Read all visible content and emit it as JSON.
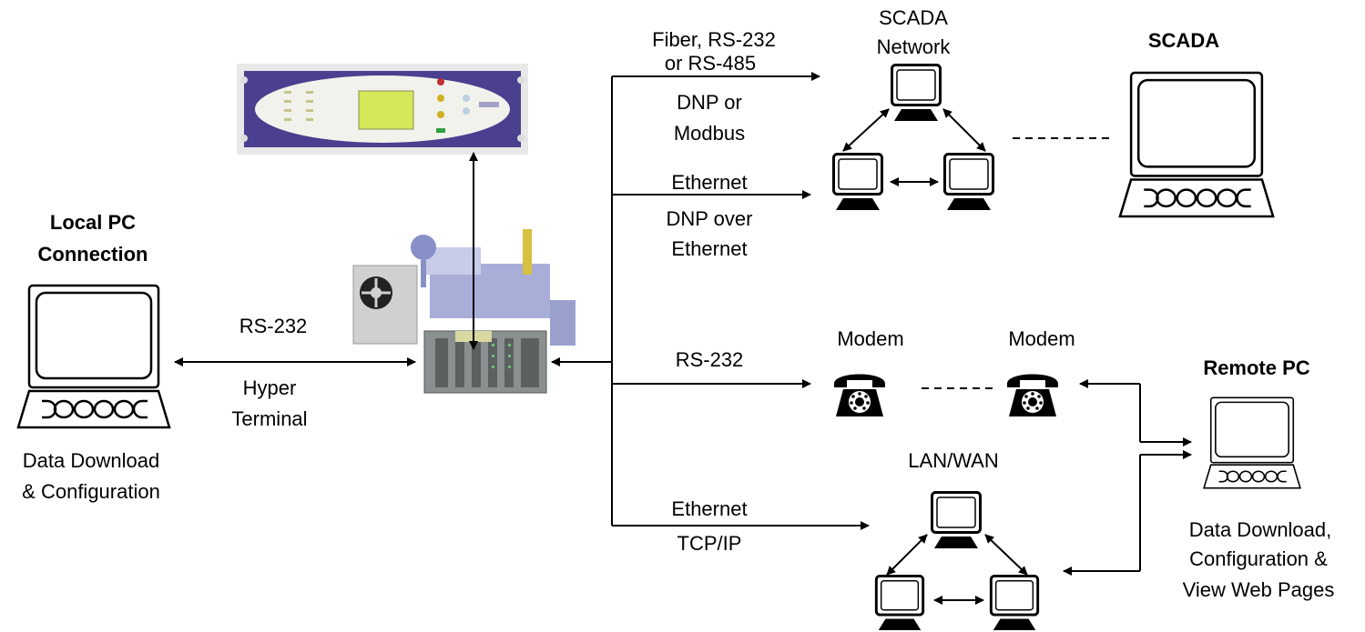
{
  "local_pc": {
    "title_line1": "Local PC",
    "title_line2": "Connection",
    "caption_line1": "Data Download",
    "caption_line2": "& Configuration"
  },
  "local_link": {
    "label_top": "RS-232",
    "label_bottom_line1": "Hyper",
    "label_bottom_line2": "Terminal"
  },
  "scada_link": {
    "label_line1": "Fiber, RS-232",
    "label_line2": "or RS-485",
    "label_line3": "DNP or",
    "label_line4": "Modbus"
  },
  "ethernet_link": {
    "label_top": "Ethernet",
    "label_bottom_line1": "DNP over",
    "label_bottom_line2": "Ethernet"
  },
  "scada_network": {
    "title_line1": "SCADA",
    "title_line2": "Network"
  },
  "scada": {
    "title": "SCADA"
  },
  "modem_link": {
    "label": "RS-232",
    "modem_left": "Modem",
    "modem_right": "Modem"
  },
  "remote_pc": {
    "title": "Remote PC",
    "caption_line1": "Data Download,",
    "caption_line2": "Configuration &",
    "caption_line3": "View Web Pages"
  },
  "lan_wan": {
    "title": "LAN/WAN"
  },
  "tcp_link": {
    "label_top": "Ethernet",
    "label_bottom": "TCP/IP"
  },
  "colors": {
    "panel_purple": "#4b3f8f",
    "lcd_green": "#d4e85a",
    "line": "#000000"
  }
}
